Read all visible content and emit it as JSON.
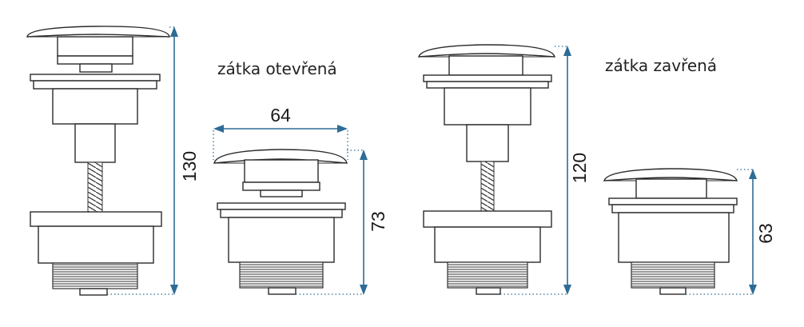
{
  "labels": {
    "open_caption": "zátka otevřená",
    "closed_caption": "zátka zavřená"
  },
  "dimensions": {
    "open_full_height": "130",
    "open_width": "64",
    "open_installed_height": "73",
    "closed_full_height": "120",
    "closed_installed_height": "63"
  },
  "colors": {
    "dimension_line": "#2e6c96",
    "outline": "#2b2b2b"
  }
}
